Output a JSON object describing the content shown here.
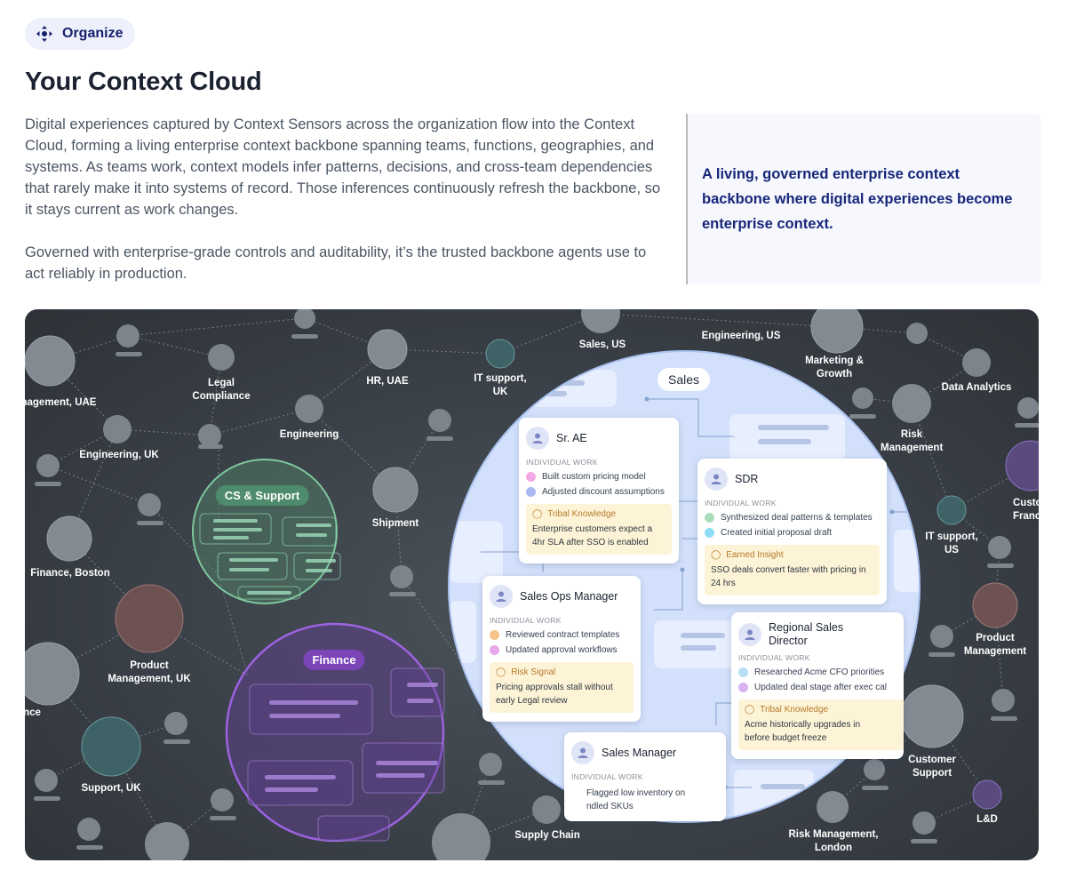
{
  "badge": {
    "label": "Organize",
    "icon": "diamond-arrows-icon"
  },
  "title": "Your Context Cloud",
  "description": {
    "p1": "Digital experiences captured by Context Sensors across the organization flow into the Context Cloud, forming a living enterprise context backbone spanning teams, functions, geographies, and systems. As teams work, context models infer patterns, decisions, and cross-team dependencies that rarely make it into systems of record. Those inferences continuously refresh the backbone, so it stays current as work changes.",
    "p2": "Governed with enterprise-grade controls and auditability, it’s the trusted backbone agents use to act reliably in production."
  },
  "callout": "A living, governed enterprise context backbone where digital experiences become enterprise context.",
  "graph": {
    "labels": {
      "management_uae": "Management, UAE",
      "legal": "Legal Compliance",
      "hr_uae": "HR, UAE",
      "it_uk": "IT support, UK",
      "sales_us": "Sales, US",
      "engineering_us": "Engineering, US",
      "marketing": "Marketing & Growth",
      "data_analytics": "Data Analytics",
      "engineering_uk": "Engineering, UK",
      "engineering": "Engineering",
      "risk_mgmt": "Risk Management",
      "customer_su": "Customer su France",
      "shipment": "Shipment",
      "it_us": "IT support, US",
      "finance_boston": "Finance, Boston",
      "product_uk": "Product Management, UK",
      "product_mgmt": "Product Management",
      "nce": "nce",
      "support_uk": "Support, UK",
      "customer_support": "Customer Support",
      "supply_chain": "Supply Chain",
      "risk_london": "Risk Management, London",
      "ld": "L&D"
    },
    "groups": {
      "cs": "CS & Support",
      "finance": "Finance",
      "sales": "Sales"
    },
    "colors": {
      "cs": "#4e8a6c",
      "finance": "#7b45b8",
      "sales_circle": "#d3e0fb",
      "note_bg": "#fdf4d7"
    }
  },
  "cards": {
    "sr_ae": {
      "name": "Sr. AE",
      "section": "INDIVIDUAL WORK",
      "items": [
        "Built custom pricing model",
        "Adjusted discount assumptions"
      ],
      "note_title": "Tribal Knowledge",
      "note_body": "Enterprise customers expect a 4hr SLA after SSO is enabled"
    },
    "sdr": {
      "name": "SDR",
      "section": "INDIVIDUAL WORK",
      "items": [
        "Synthesized deal patterns & templates",
        "Created initial proposal draft"
      ],
      "note_title": "Earned Insight",
      "note_body": "SSO deals convert faster with pricing in 24 hrs"
    },
    "sales_ops": {
      "name": "Sales Ops Manager",
      "section": "INDIVIDUAL WORK",
      "items": [
        "Reviewed contract templates",
        "Updated approval workflows"
      ],
      "note_title": "Risk Signal",
      "note_body": "Pricing approvals stall without early Legal review"
    },
    "regional": {
      "name": "Regional Sales Director",
      "section": "INDIVIDUAL WORK",
      "items": [
        "Researched Acme CFO priorities",
        "Updated deal stage after exec cal"
      ],
      "note_title": "Tribal Knowledge",
      "note_body": "Acme historically upgrades in before budget freeze"
    },
    "sales_mgr": {
      "name": "Sales Manager",
      "section": "INDIVIDUAL WORK",
      "items": [
        "Flagged low inventory on ndled SKUs"
      ]
    }
  }
}
